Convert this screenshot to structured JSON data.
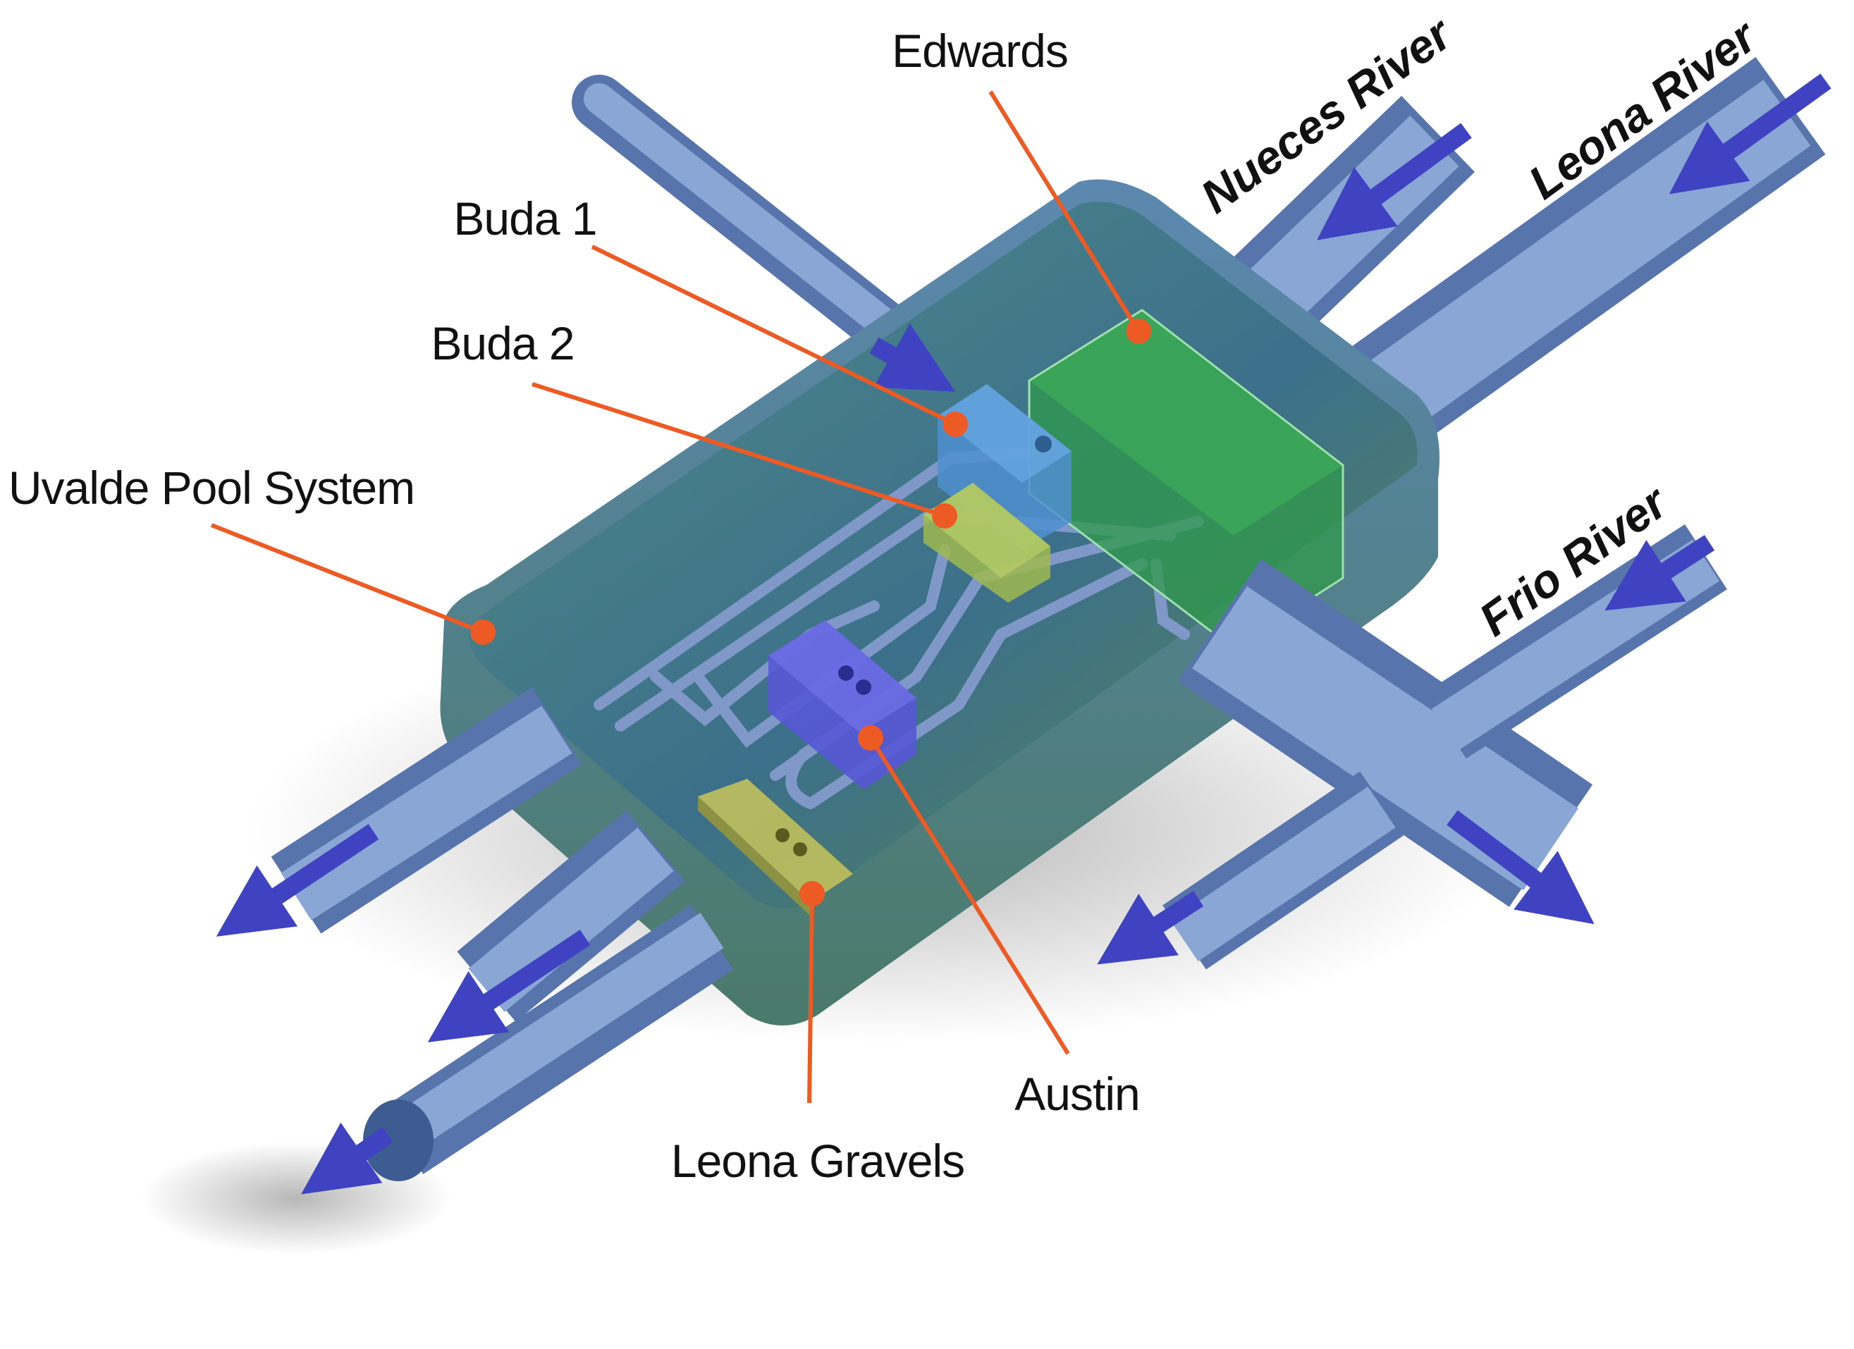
{
  "diagram": {
    "labels": {
      "edwards": "Edwards",
      "buda_1": "Buda 1",
      "buda_2": "Buda 2",
      "uvalde_pool_system": "Uvalde Pool System",
      "austin": "Austin",
      "leona_gravels": "Leona Gravels"
    },
    "rivers": {
      "nueces": "Nueces River",
      "leona": "Leona River",
      "frio": "Frio River"
    },
    "colors": {
      "leader_line": "#ee5a24",
      "flow_arrow": "#3f43c2",
      "pipe": "#6f8fc6",
      "basin_fill": "#3e7a86",
      "edwards_box": "#2f9a4a",
      "buda1_box": "#4f8fd0",
      "buda2_box": "#9fb94f",
      "austin_box": "#5658d6",
      "leona_gravels_box": "#b8b44a"
    }
  }
}
